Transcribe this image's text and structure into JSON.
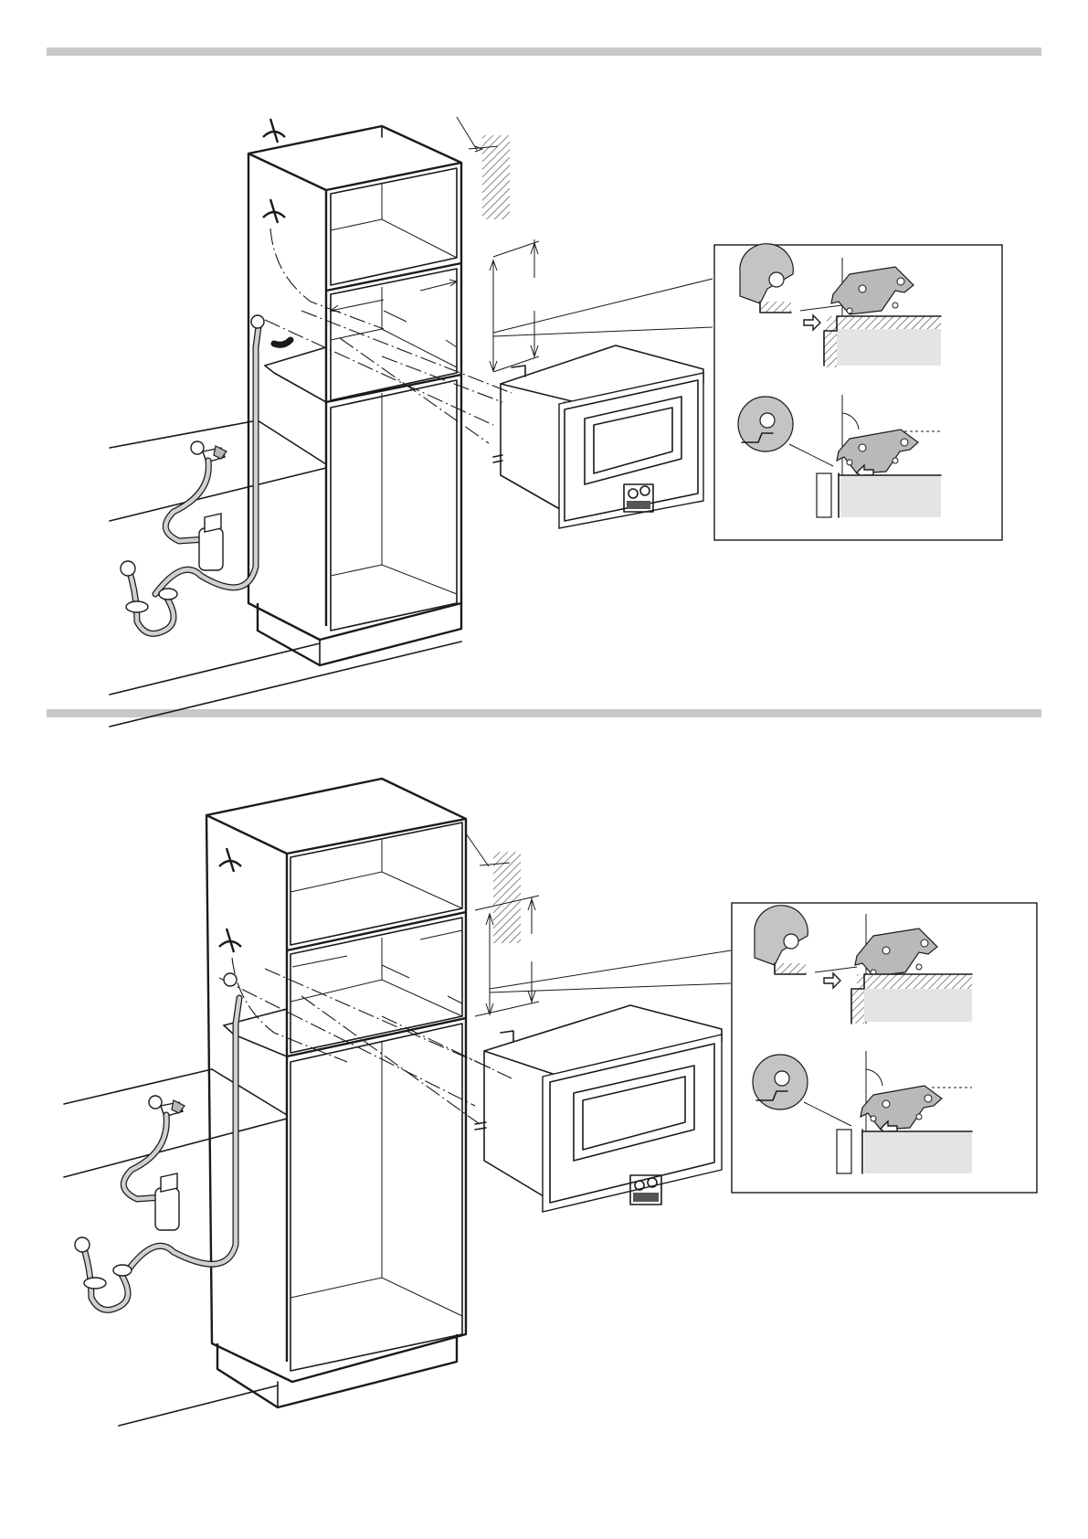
{
  "figures": [
    {
      "id": "figure-1",
      "variant": "cabinet-without-side-panel"
    },
    {
      "id": "figure-2",
      "variant": "cabinet-with-side-panel"
    }
  ],
  "colors": {
    "rule": "#c8c8c8",
    "line": "#1a1a1a",
    "part_fill": "#b9b9b9",
    "surface_fill": "#e4e4e4"
  },
  "icons": [
    "spirit-level-icon",
    "water-tap-icon",
    "drain-siphon-icon",
    "filter-cartridge-icon",
    "bracket-detail-icon"
  ]
}
